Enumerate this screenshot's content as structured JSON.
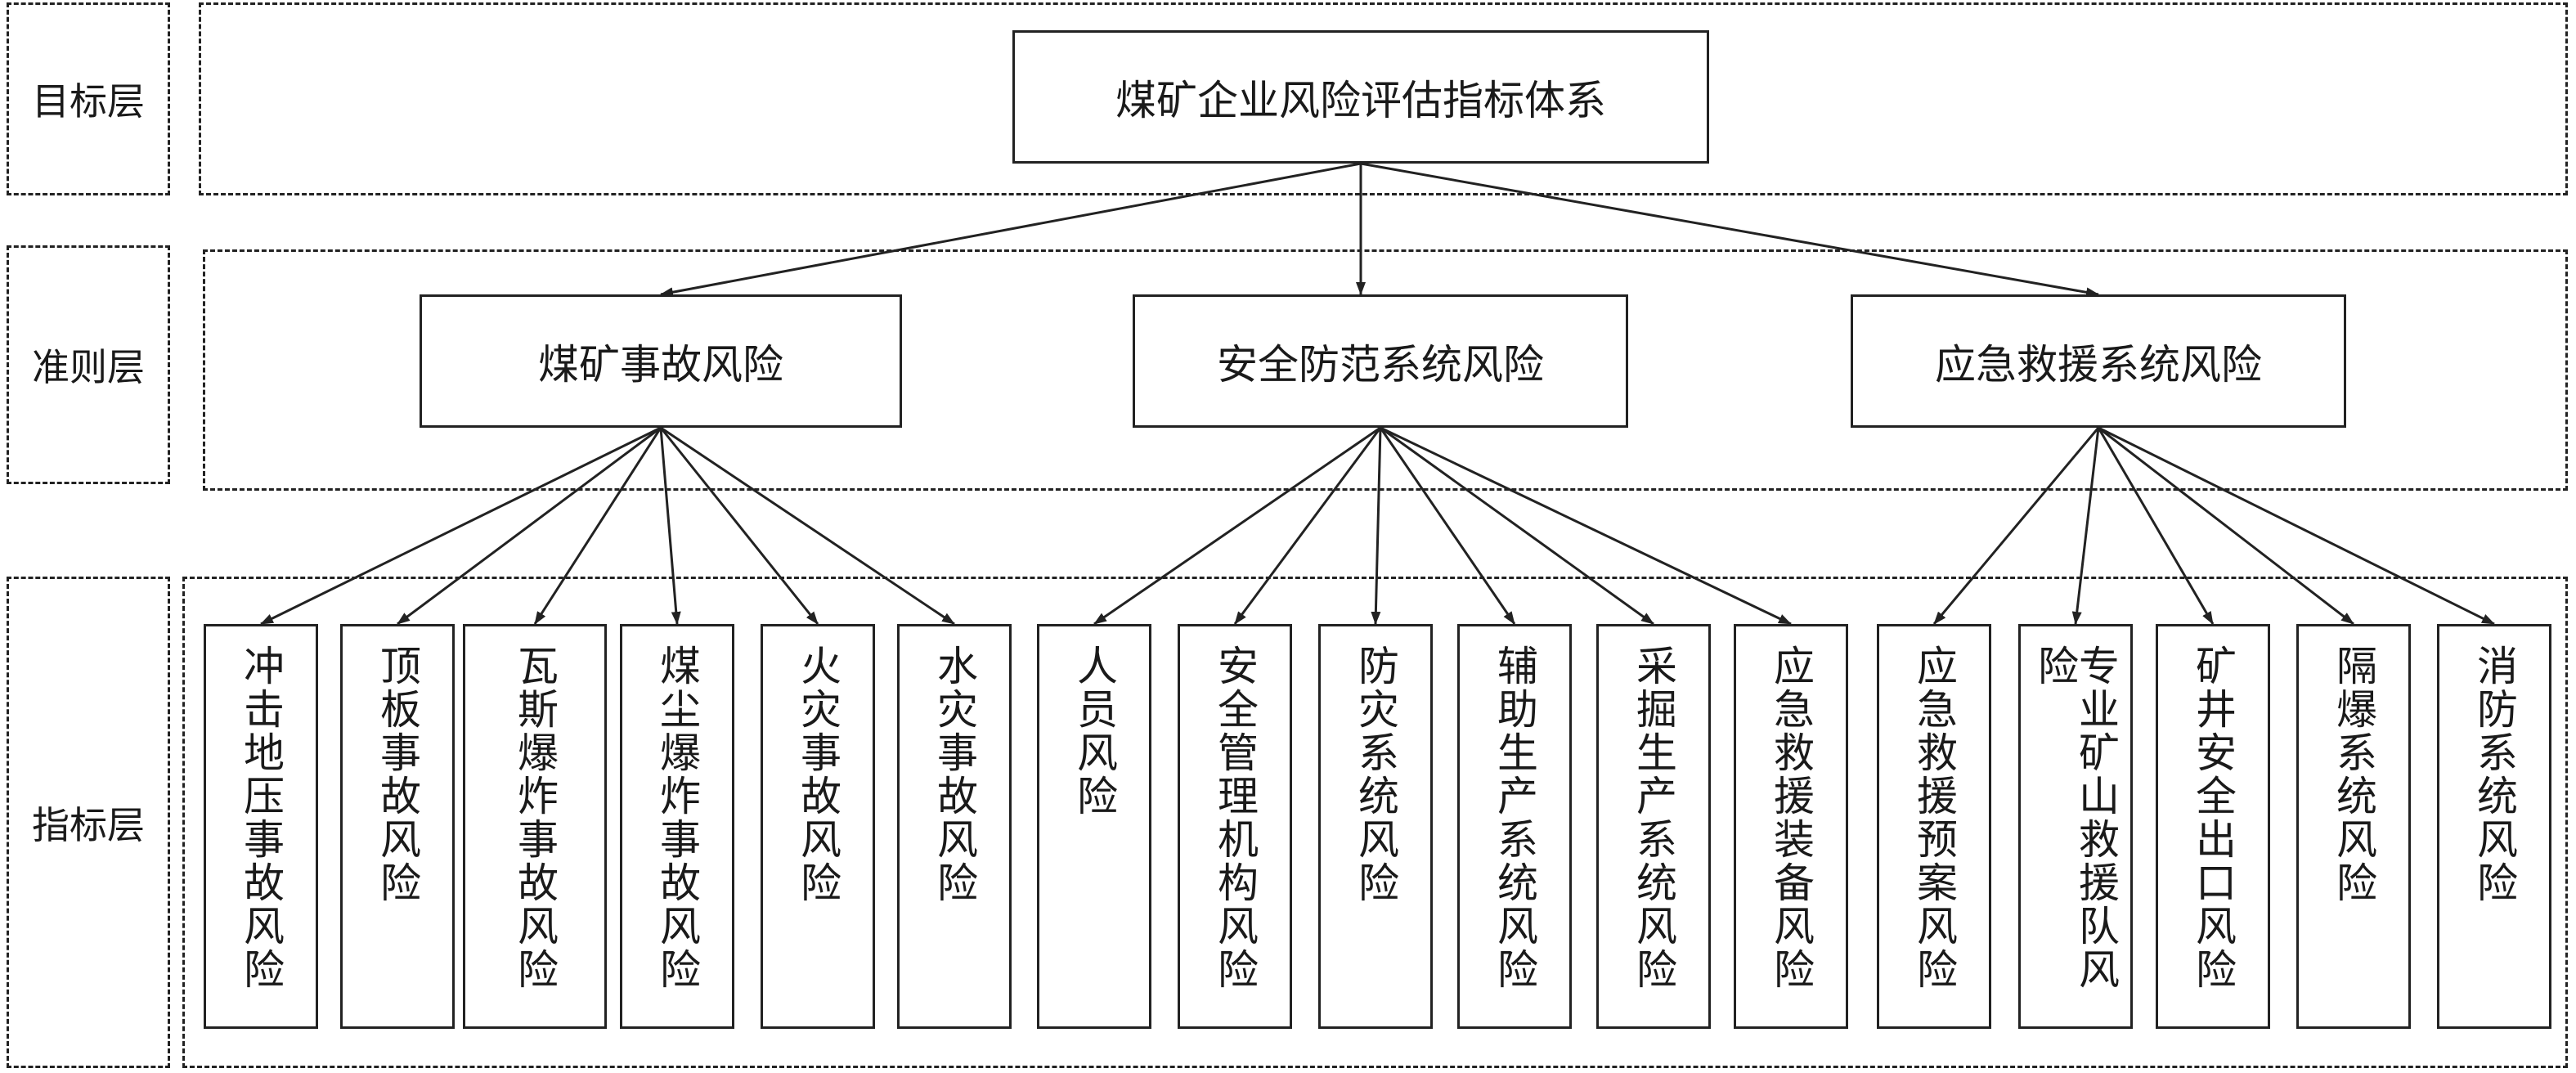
{
  "layers": {
    "goal": "目标层",
    "criteria": "准则层",
    "indicator": "指标层"
  },
  "root": "煤矿企业风险评估指标体系",
  "criteria": [
    {
      "label": "煤矿事故风险",
      "indicators": [
        "冲击地压事故风险",
        "顶板事故风险",
        "瓦斯爆炸事故风险",
        "煤尘爆炸事故风险",
        "火灾事故风险",
        "水灾事故风险"
      ]
    },
    {
      "label": "安全防范系统风险",
      "indicators": [
        "人员风险",
        "安全管理机构风险",
        "防灾系统风险",
        "辅助生产系统风险",
        "采掘生产系统风险",
        "应急救援装备风险"
      ]
    },
    {
      "label": "应急救援系统风险",
      "indicators": [
        "应急救援预案风险",
        "专业矿山救援队风险",
        "矿井安全出口风险",
        "隔爆系统风险",
        "消防系统风险"
      ]
    }
  ]
}
